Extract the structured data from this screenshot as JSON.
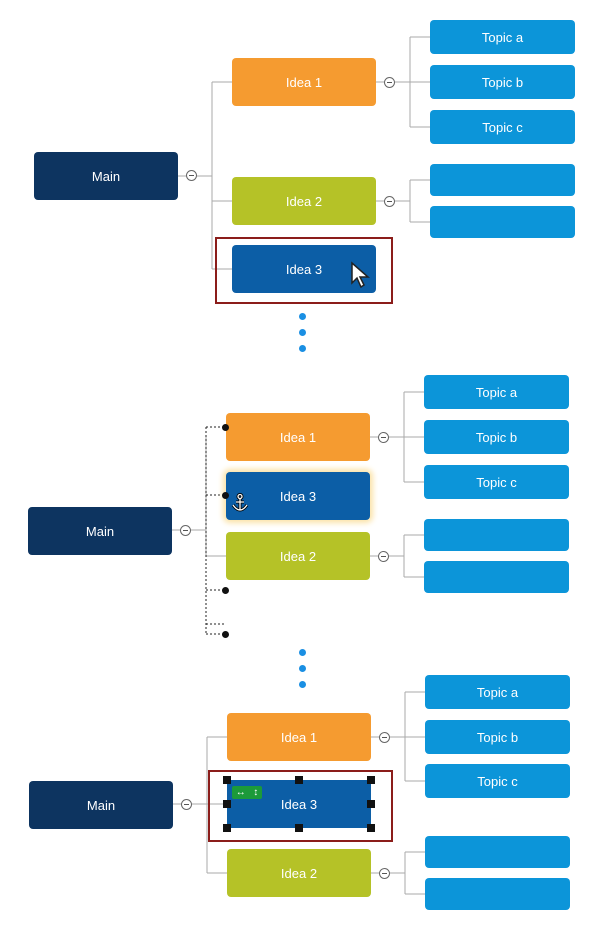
{
  "scenes": [
    {
      "main": "Main",
      "ideas": [
        "Idea 1",
        "Idea 2",
        "Idea 3"
      ],
      "topics": [
        "Topic a",
        "Topic b",
        "Topic c"
      ]
    },
    {
      "main": "Main",
      "ideas": [
        "Idea 1",
        "Idea 3",
        "Idea 2"
      ],
      "topics": [
        "Topic a",
        "Topic b",
        "Topic c"
      ]
    },
    {
      "main": "Main",
      "ideas": [
        "Idea 1",
        "Idea 3",
        "Idea 2"
      ],
      "topics": [
        "Topic a",
        "Topic b",
        "Topic c"
      ]
    }
  ],
  "colors": {
    "main": "#0d3460",
    "idea1": "#f59b30",
    "idea2": "#b5c227",
    "idea3": "#0c5ea6",
    "topic": "#0c95d9",
    "selection": "#8b1d1a",
    "ellipsis": "#1a8fe3"
  },
  "icons": [
    "collapse-icon",
    "pointer-cursor-icon",
    "anchor-cursor-icon",
    "resize-badge-icon"
  ]
}
